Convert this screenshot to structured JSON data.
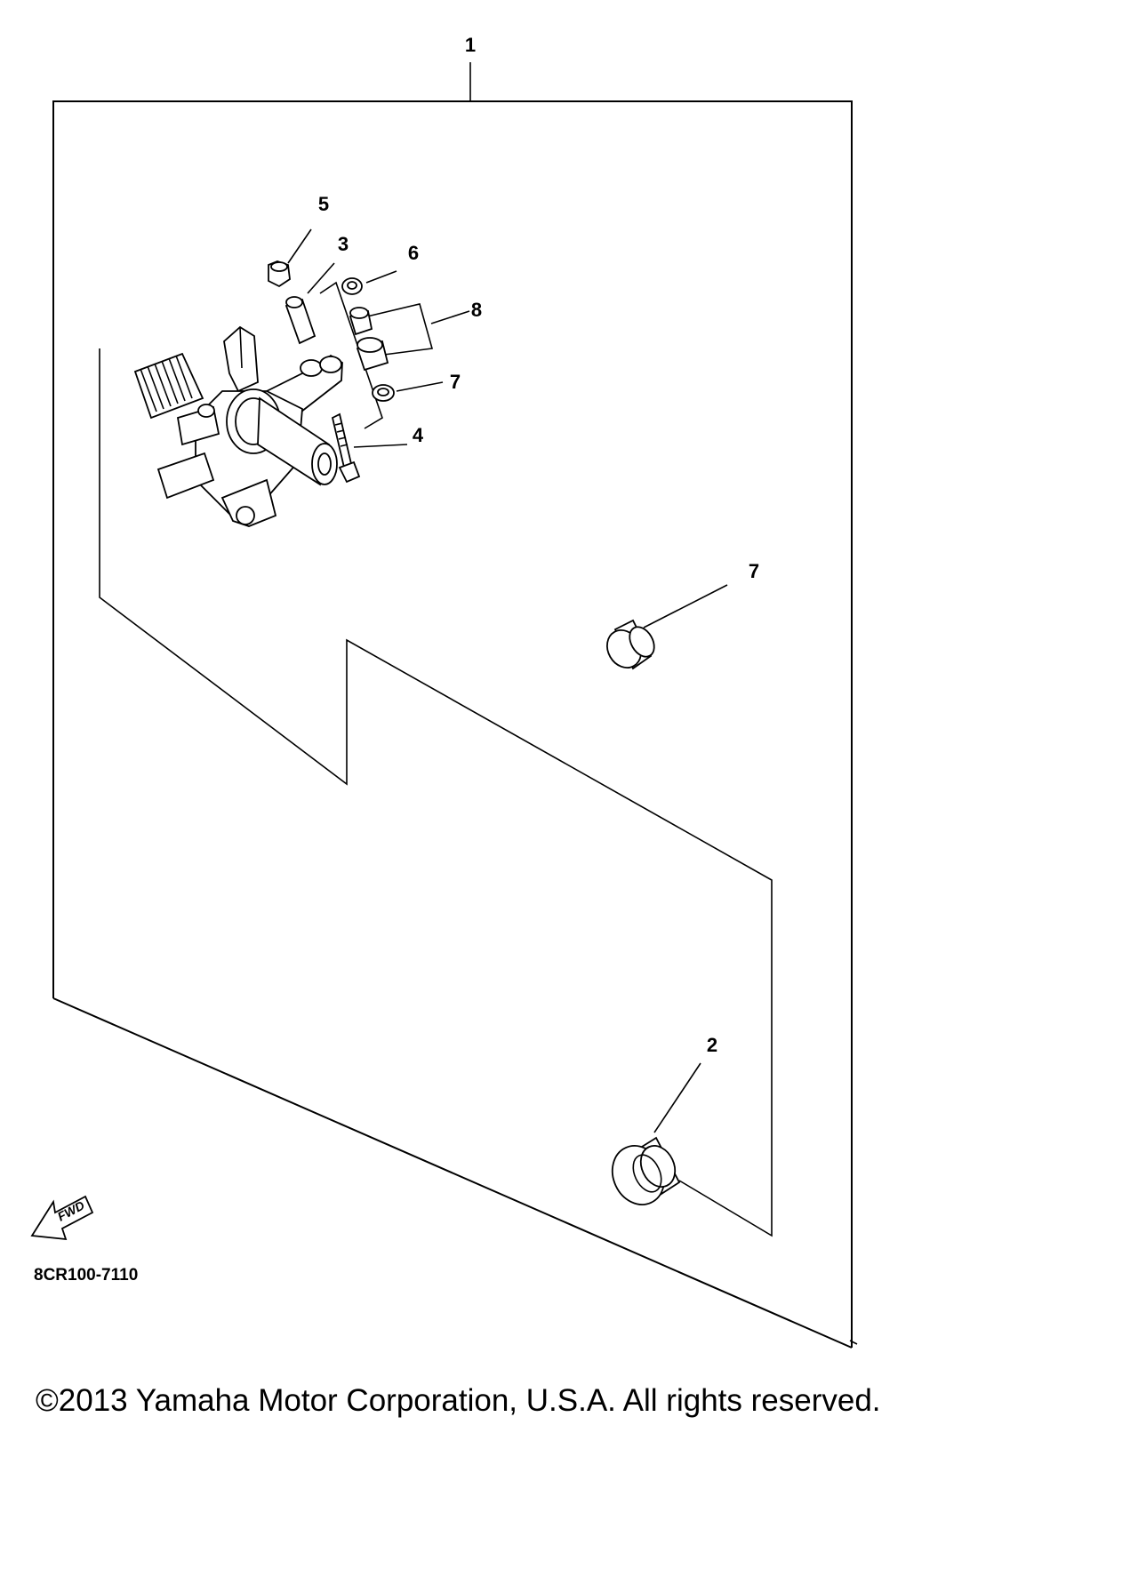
{
  "diagram": {
    "diagram_code": "8CR100-7110",
    "fwd_label": "FWD",
    "callouts": [
      "1",
      "2",
      "3",
      "4",
      "5",
      "6",
      "7",
      "7",
      "8"
    ]
  },
  "copyright": "©2013 Yamaha Motor Corporation, U.S.A. All rights reserved."
}
